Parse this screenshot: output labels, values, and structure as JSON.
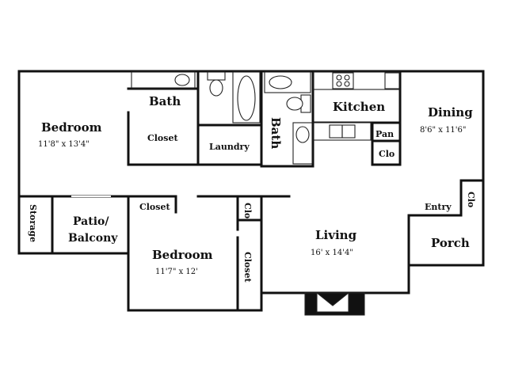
{
  "rooms": {
    "bedroom1": {
      "name": "Bedroom",
      "dims": "11'8\" x 13'4\""
    },
    "bath1": {
      "name": "Bath"
    },
    "closet1": {
      "name": "Closet"
    },
    "laundry": {
      "name": "Laundry"
    },
    "bath2": {
      "name": "Bath"
    },
    "kitchen": {
      "name": "Kitchen"
    },
    "pan": {
      "name": "Pan"
    },
    "clo_kitchen": {
      "name": "Clo"
    },
    "dining": {
      "name": "Dining",
      "dims": "8'6\" x 11'6\""
    },
    "storage": {
      "name": "Storage"
    },
    "patio": {
      "line1": "Patio/",
      "line2": "Balcony"
    },
    "closet2": {
      "name": "Closet"
    },
    "clo_hall": {
      "name": "Clo"
    },
    "bedroom2": {
      "name": "Bedroom",
      "dims": "11'7\" x 12'"
    },
    "closet3": {
      "name": "Closet"
    },
    "living": {
      "name": "Living",
      "dims": "16' x 14'4\""
    },
    "entry": {
      "name": "Entry"
    },
    "clo_entry": {
      "name": "Clo"
    },
    "porch": {
      "name": "Porch"
    }
  }
}
